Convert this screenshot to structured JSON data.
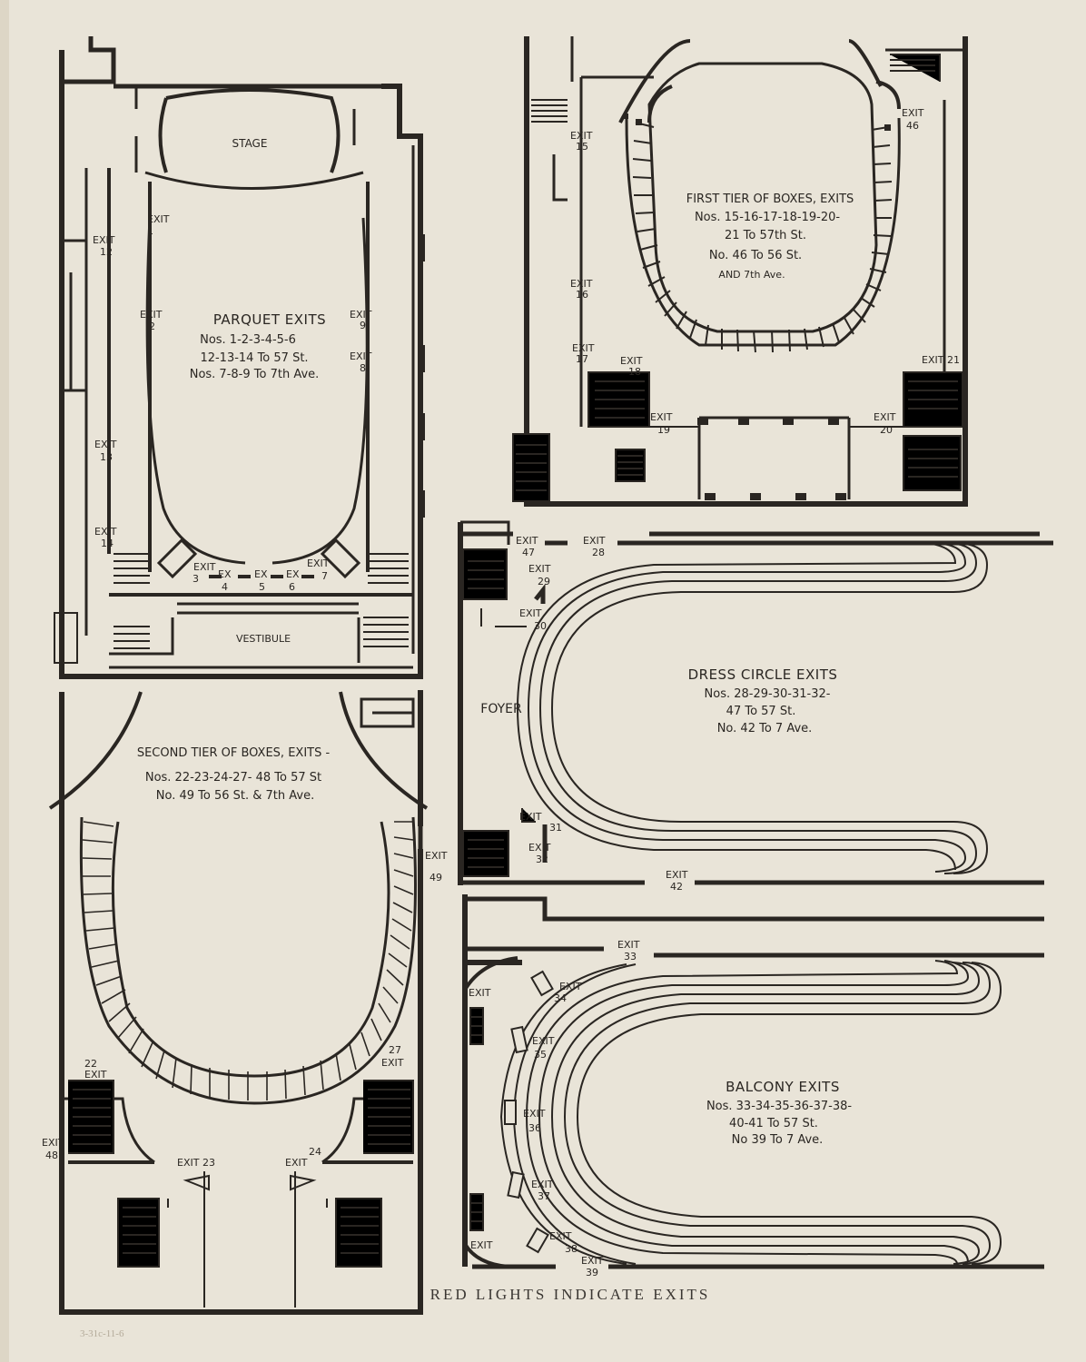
{
  "caption": "RED LIGHTS INDICATE EXITS",
  "archive_mark": "3-31c-11-6",
  "parquet": {
    "stage": "STAGE",
    "vestibule": "VESTIBULE",
    "title": "PARQUET EXITS",
    "line1": "Nos. 1-2-3-4-5-6",
    "line2": "12-13-14 To 57 St.",
    "line3": "Nos. 7-8-9 To 7th Ave.",
    "exits": {
      "e1": [
        "EXIT",
        "1"
      ],
      "e2": [
        "EXIT",
        "2"
      ],
      "e12": [
        "EXIT",
        "12"
      ],
      "e13": [
        "EXIT",
        "13"
      ],
      "e14": [
        "EXIT",
        "14"
      ],
      "e9": [
        "EXIT",
        "9"
      ],
      "e8": [
        "EXIT",
        "8"
      ],
      "e3": [
        "EXIT",
        "3"
      ],
      "e7": [
        "EXIT",
        "7"
      ],
      "e4": [
        "EX",
        "4"
      ],
      "e5": [
        "EX",
        "5"
      ],
      "e6": [
        "EX",
        "6"
      ]
    }
  },
  "first_tier": {
    "title": "FIRST TIER OF BOXES, EXITS",
    "line1": "Nos. 15-16-17-18-19-20-",
    "line2": "21 To 57th St.",
    "line3": "No. 46 To 56 St.",
    "line4": "AND 7th Ave.",
    "exits": {
      "e15": [
        "EXIT",
        "15"
      ],
      "e16": [
        "EXIT",
        "16"
      ],
      "e17": [
        "EXIT",
        "17"
      ],
      "e18": [
        "EXIT",
        "18"
      ],
      "e19": [
        "EXIT",
        "19"
      ],
      "e20": [
        "EXIT",
        "20"
      ],
      "e21": [
        "EXIT 21",
        ""
      ],
      "e46": [
        "EXIT",
        "46"
      ]
    }
  },
  "dress_circle": {
    "foyer": "FOYER",
    "title": "DRESS CIRCLE EXITS",
    "line1": "Nos. 28-29-30-31-32-",
    "line2": "47 To 57 St.",
    "line3": "No. 42 To 7 Ave.",
    "exits": {
      "e47": [
        "EXIT",
        "47"
      ],
      "e28": [
        "EXIT",
        "28"
      ],
      "e29": [
        "EXIT",
        "29"
      ],
      "e30": [
        "EXIT",
        "30"
      ],
      "e31": [
        "EXIT",
        "31"
      ],
      "e32": [
        "EXIT",
        "32"
      ],
      "e42": [
        "EXIT",
        "42"
      ]
    }
  },
  "second_tier": {
    "title": "SECOND TIER OF BOXES, EXITS -",
    "line1": "Nos. 22-23-24-27- 48 To 57 St",
    "line2": "No. 49 To 56 St. & 7th Ave.",
    "exits": {
      "e49": [
        "EXIT",
        "49"
      ],
      "e22": [
        "22",
        "EXIT"
      ],
      "e27": [
        "27",
        "EXIT"
      ],
      "e48": [
        "EXIT",
        "48"
      ],
      "e23": [
        "EXIT 23",
        ""
      ],
      "e24": [
        "24",
        "EXIT"
      ]
    }
  },
  "balcony": {
    "title": "BALCONY EXITS",
    "line1": "Nos. 33-34-35-36-37-38-",
    "line2": "40-41 To 57 St.",
    "line3": "No 39 To 7 Ave.",
    "exits": {
      "e33": [
        "EXIT",
        "33"
      ],
      "e34": [
        "EXIT",
        "34"
      ],
      "e35": [
        "EXIT",
        "35"
      ],
      "e36": [
        "EXIT",
        "36"
      ],
      "e37": [
        "EXIT",
        "37"
      ],
      "e38": [
        "EXIT",
        "38"
      ],
      "e39": [
        "EXIT",
        "39"
      ],
      "eA": [
        "EXIT",
        ""
      ],
      "eB": [
        "EXIT",
        ""
      ]
    }
  }
}
